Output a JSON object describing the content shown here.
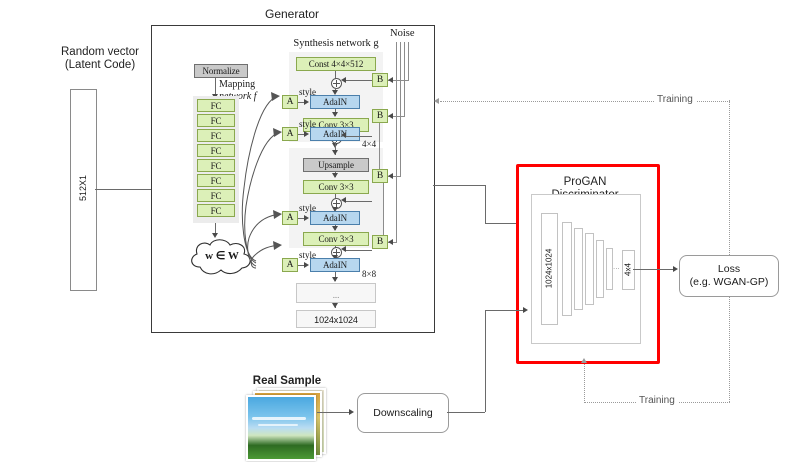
{
  "figure": {
    "type": "architecture-diagram",
    "title_generator": "Generator",
    "title_discriminator_line1": "ProGAN",
    "title_discriminator_line2": "Discriminator"
  },
  "latent": {
    "caption_line1": "Random vector",
    "caption_line2": "(Latent Code)",
    "box_label": "512X1"
  },
  "mapping": {
    "normalize": "Normalize",
    "label_line1": "Mapping",
    "label_line2": "network f",
    "fc_label": "FC",
    "fc_count": 8,
    "latent_space": "w ∈ W"
  },
  "synthesis": {
    "title": "Synthesis network g",
    "noise_label": "Noise",
    "const": "Const 4×4×512",
    "adain": "AdaIN",
    "conv": "Conv 3×3",
    "upsample": "Upsample",
    "style_label": "style",
    "a_label": "A",
    "b_label": "B",
    "res_4x4": "4×4",
    "res_8x8": "8×8",
    "ellipsis": "...",
    "final_res": "1024x1024"
  },
  "discriminator": {
    "input_res": "1024x1024",
    "final_res": "4x4",
    "ellipsis": "...",
    "bar_heights": [
      110,
      92,
      80,
      70,
      56,
      40
    ]
  },
  "loss": {
    "line1": "Loss",
    "line2": "(e.g. WGAN-GP)"
  },
  "real": {
    "caption": "Real Sample",
    "downscaling": "Downscaling"
  },
  "training": {
    "top_label": "Training",
    "bottom_label": "Training"
  },
  "colors": {
    "highlight": "#ff0000",
    "green_block": "#dcf0b8",
    "blue_block": "#b7d7ef",
    "gray_block": "#c9c9c9",
    "line": "#6a6a6a"
  }
}
